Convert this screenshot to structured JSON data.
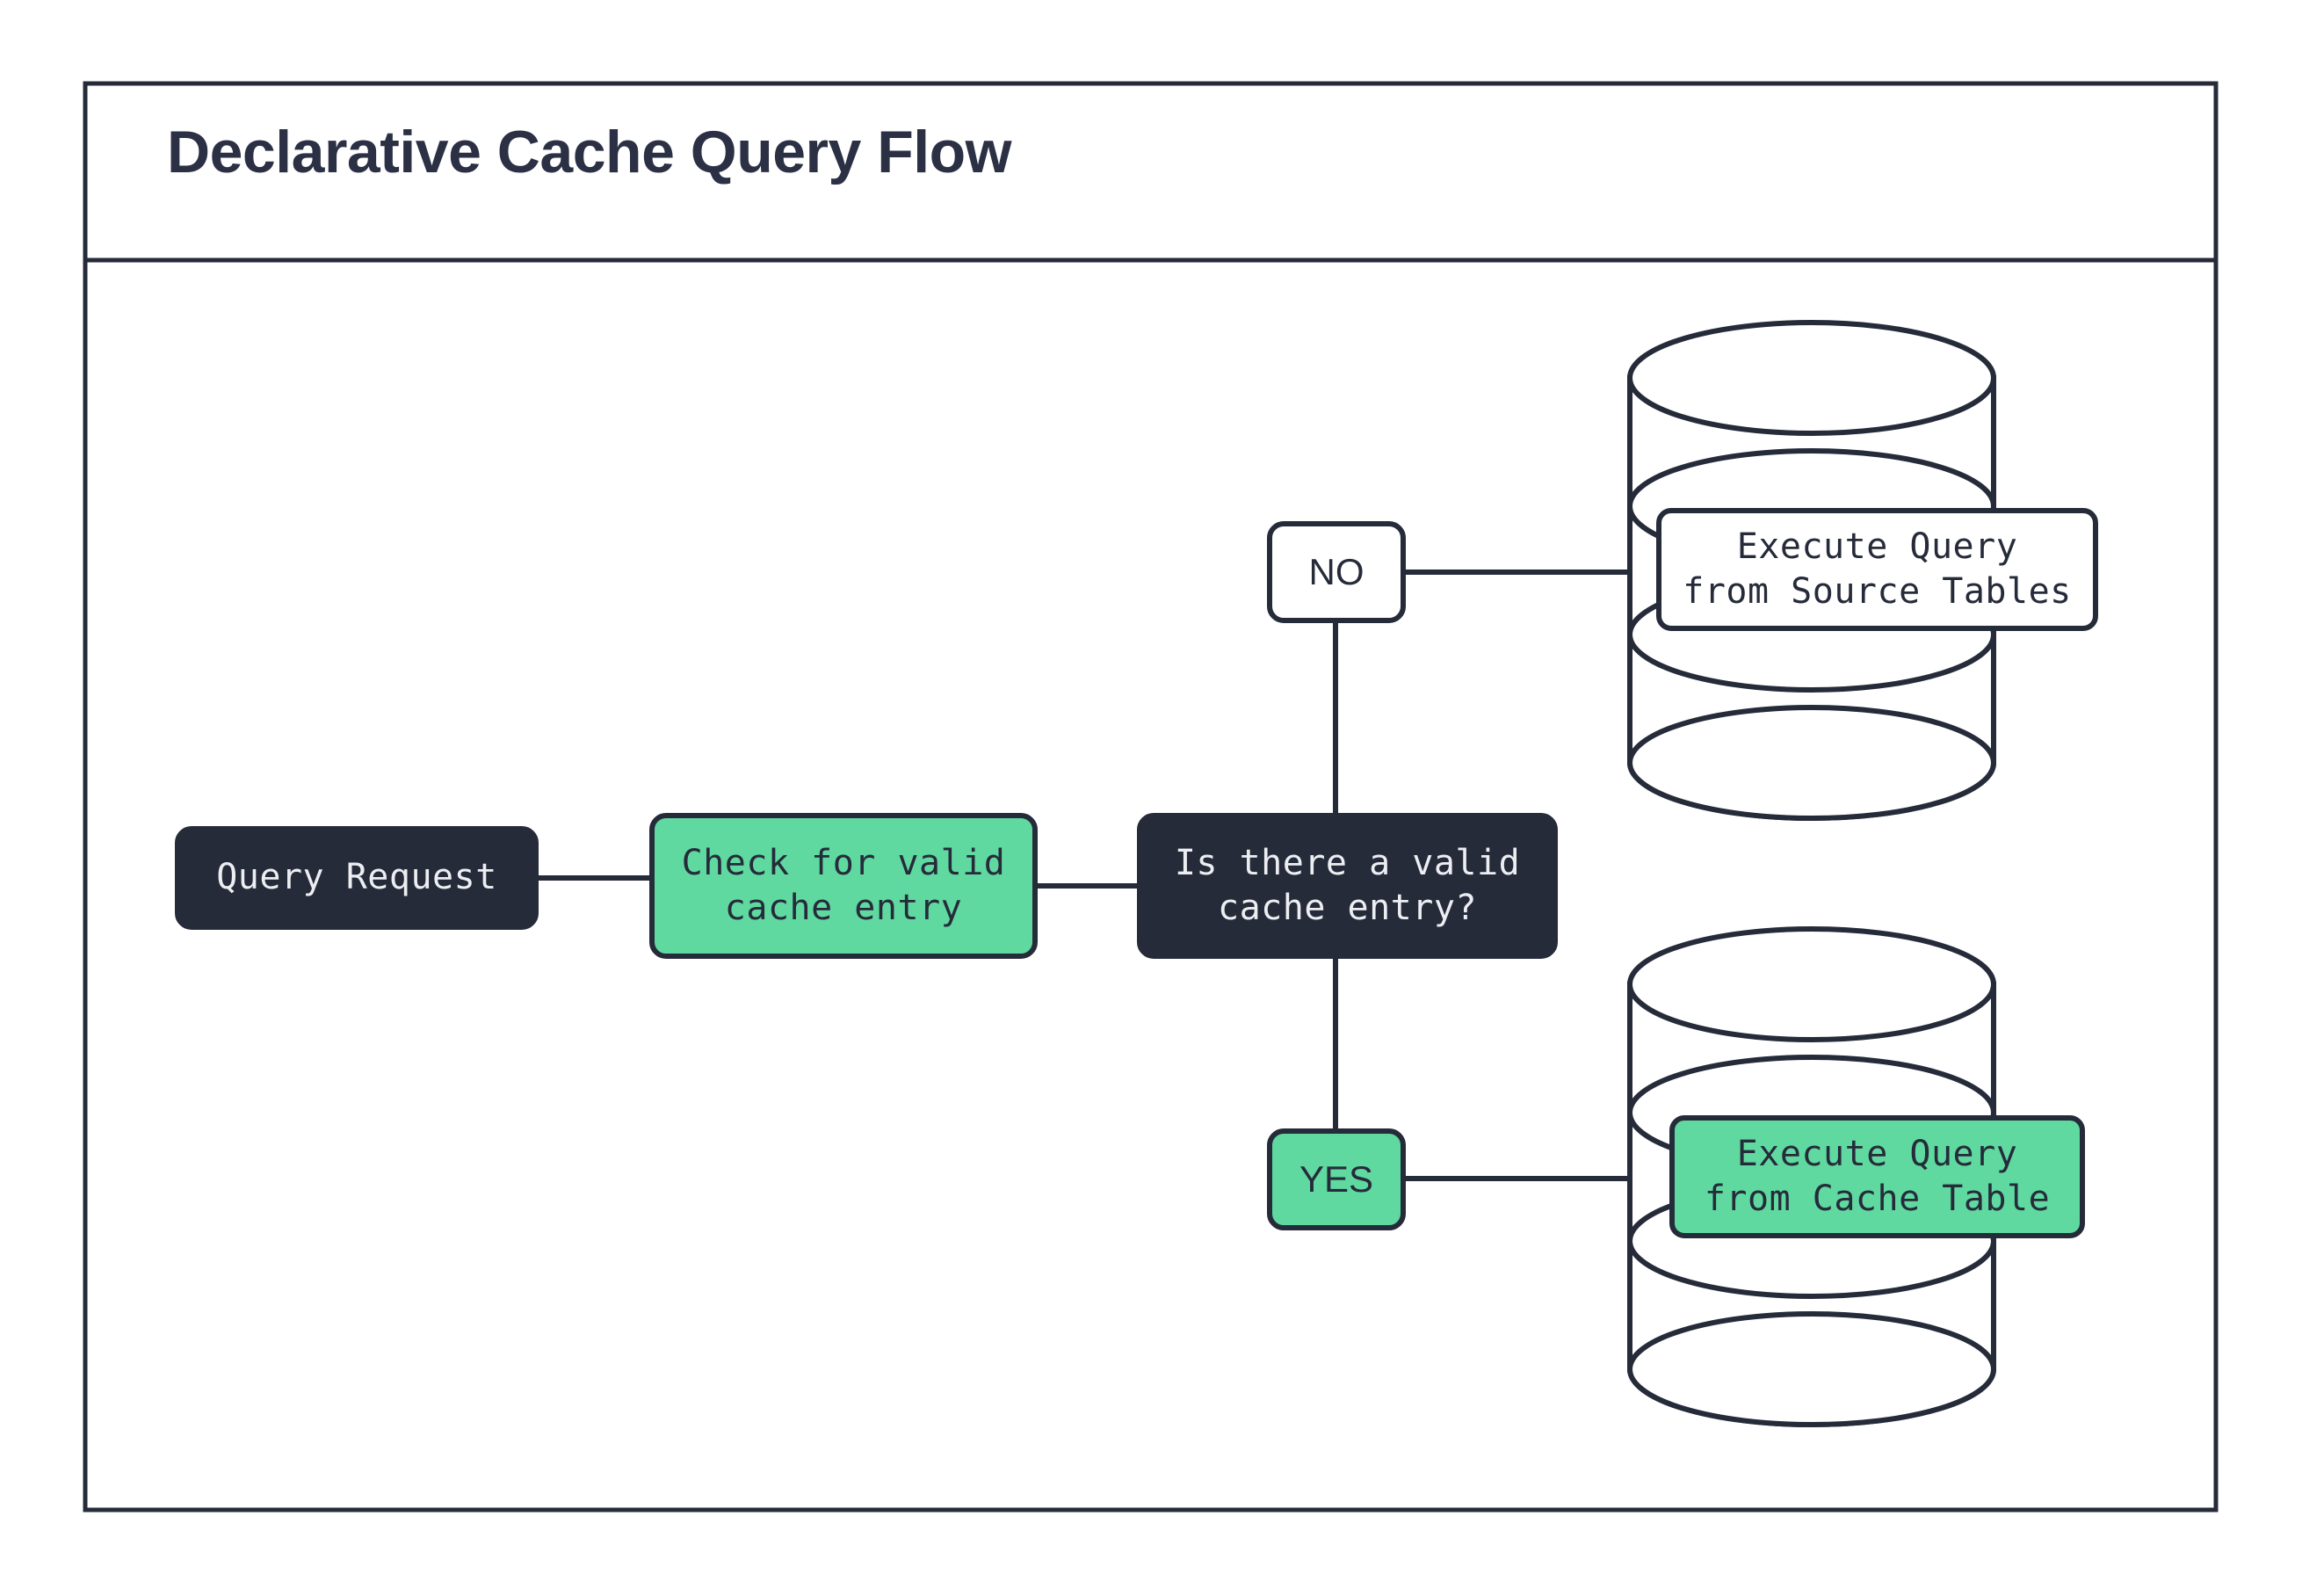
{
  "diagram": {
    "title": "Declarative Cache Query Flow",
    "colors": {
      "dark": "#262B3A",
      "green": "#5FD9A0",
      "white": "#FFFFFF",
      "stroke": "#262B3A",
      "title_text": "#2B3044",
      "light_text": "#ECEEF2"
    },
    "nodes": [
      {
        "id": "query-request",
        "label": "Query Request",
        "style": "dark-fill",
        "shape": "rounded-rect"
      },
      {
        "id": "check-cache",
        "label_line1": "Check for valid",
        "label_line2": "cache entry",
        "style": "green-fill",
        "shape": "rounded-rect"
      },
      {
        "id": "decision",
        "label_line1": "Is there a valid",
        "label_line2": "cache entry?",
        "style": "dark-fill",
        "shape": "rounded-rect"
      },
      {
        "id": "branch-no",
        "label": "NO",
        "style": "white-fill",
        "shape": "rounded-rect"
      },
      {
        "id": "branch-yes",
        "label": "YES",
        "style": "green-fill",
        "shape": "rounded-rect"
      },
      {
        "id": "source-db",
        "label_line1": "Execute Query",
        "label_line2": "from Source Tables",
        "style": "white-fill",
        "shape": "database-cylinder"
      },
      {
        "id": "cache-db",
        "label_line1": "Execute Query",
        "label_line2": "from Cache Table",
        "style": "green-fill",
        "shape": "database-cylinder"
      }
    ],
    "edges": [
      {
        "from": "query-request",
        "to": "check-cache"
      },
      {
        "from": "check-cache",
        "to": "decision"
      },
      {
        "from": "decision",
        "to": "branch-no"
      },
      {
        "from": "branch-no",
        "to": "source-db"
      },
      {
        "from": "decision",
        "to": "branch-yes"
      },
      {
        "from": "branch-yes",
        "to": "cache-db"
      }
    ]
  }
}
